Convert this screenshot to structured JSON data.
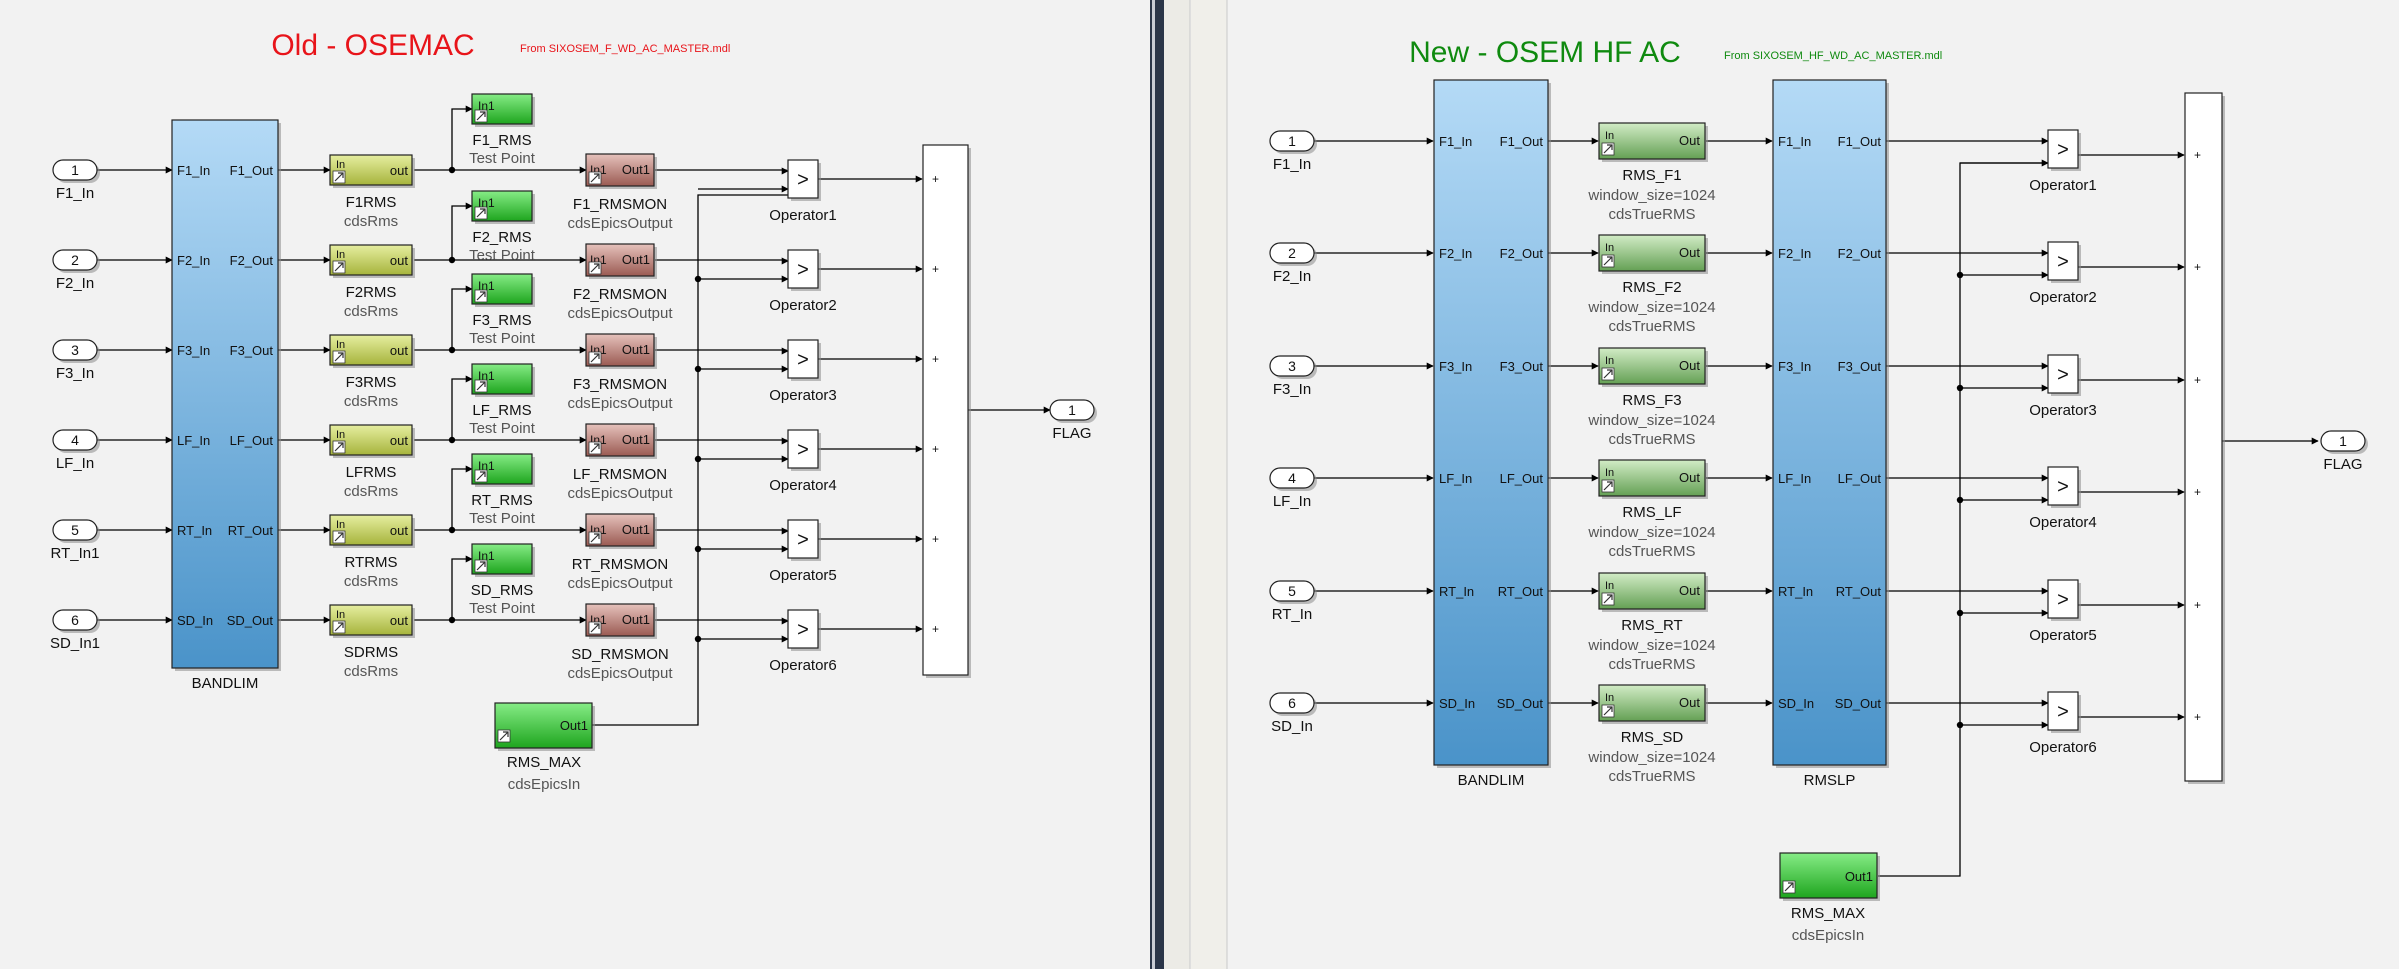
{
  "colors": {
    "old_title": "#e8141a",
    "new_title": "#0f8a0f",
    "canvas_bg": "#f2f2f2",
    "divider": "#2a3548"
  },
  "old": {
    "title": "Old - OSEMAC",
    "source": "From SIXOSEM_F_WD_AC_MASTER.mdl",
    "inports": [
      {
        "num": "1",
        "label": "F1_In"
      },
      {
        "num": "2",
        "label": "F2_In"
      },
      {
        "num": "3",
        "label": "F3_In"
      },
      {
        "num": "4",
        "label": "LF_In"
      },
      {
        "num": "5",
        "label": "RT_In1"
      },
      {
        "num": "6",
        "label": "SD_In1"
      }
    ],
    "bandlim": {
      "name": "BANDLIM",
      "inputs": [
        "F1_In",
        "F2_In",
        "F3_In",
        "LF_In",
        "RT_In",
        "SD_In"
      ],
      "outputs": [
        "F1_Out",
        "F2_Out",
        "F3_Out",
        "LF_Out",
        "RT_Out",
        "SD_Out"
      ]
    },
    "rms": [
      {
        "name": "F1RMS",
        "type": "cdsRms",
        "port": "out",
        "in": "In"
      },
      {
        "name": "F2RMS",
        "type": "cdsRms",
        "port": "out",
        "in": "In"
      },
      {
        "name": "F3RMS",
        "type": "cdsRms",
        "port": "out",
        "in": "In"
      },
      {
        "name": "LFRMS",
        "type": "cdsRms",
        "port": "out",
        "in": "In"
      },
      {
        "name": "RTRMS",
        "type": "cdsRms",
        "port": "out",
        "in": "In"
      },
      {
        "name": "SDRMS",
        "type": "cdsRms",
        "port": "out",
        "in": "In"
      }
    ],
    "testpoints": [
      {
        "name": "F1_RMS",
        "type": "Test Point",
        "port": "In1"
      },
      {
        "name": "F2_RMS",
        "type": "Test Point",
        "port": "In1"
      },
      {
        "name": "F3_RMS",
        "type": "Test Point",
        "port": "In1"
      },
      {
        "name": "LF_RMS",
        "type": "Test Point",
        "port": "In1"
      },
      {
        "name": "RT_RMS",
        "type": "Test Point",
        "port": "In1"
      },
      {
        "name": "SD_RMS",
        "type": "Test Point",
        "port": "In1"
      }
    ],
    "rmsmon": [
      {
        "name": "F1_RMSMON",
        "type": "cdsEpicsOutput",
        "in": "In1",
        "out": "Out1"
      },
      {
        "name": "F2_RMSMON",
        "type": "cdsEpicsOutput",
        "in": "In1",
        "out": "Out1"
      },
      {
        "name": "F3_RMSMON",
        "type": "cdsEpicsOutput",
        "in": "In1",
        "out": "Out1"
      },
      {
        "name": "LF_RMSMON",
        "type": "cdsEpicsOutput",
        "in": "In1",
        "out": "Out1"
      },
      {
        "name": "RT_RMSMON",
        "type": "cdsEpicsOutput",
        "in": "In1",
        "out": "Out1"
      },
      {
        "name": "SD_RMSMON",
        "type": "cdsEpicsOutput",
        "in": "In1",
        "out": "Out1"
      }
    ],
    "operators": [
      "Operator1",
      "Operator2",
      "Operator3",
      "Operator4",
      "Operator5",
      "Operator6"
    ],
    "operator_symbol": ">",
    "rms_max": {
      "name": "RMS_MAX",
      "type": "cdsEpicsIn",
      "port": "Out1"
    },
    "flag": {
      "num": "1",
      "label": "FLAG"
    },
    "sum_sign": "+"
  },
  "new": {
    "title": "New - OSEM HF AC",
    "source": "From SIXOSEM_HF_WD_AC_MASTER.mdl",
    "inports": [
      {
        "num": "1",
        "label": "F1_In"
      },
      {
        "num": "2",
        "label": "F2_In"
      },
      {
        "num": "3",
        "label": "F3_In"
      },
      {
        "num": "4",
        "label": "LF_In"
      },
      {
        "num": "5",
        "label": "RT_In"
      },
      {
        "num": "6",
        "label": "SD_In"
      }
    ],
    "bandlim": {
      "name": "BANDLIM",
      "inputs": [
        "F1_In",
        "F2_In",
        "F3_In",
        "LF_In",
        "RT_In",
        "SD_In"
      ],
      "outputs": [
        "F1_Out",
        "F2_Out",
        "F3_Out",
        "LF_Out",
        "RT_Out",
        "SD_Out"
      ]
    },
    "truerms": [
      {
        "name": "RMS_F1",
        "param": "window_size=1024",
        "type": "cdsTrueRMS",
        "port": "Out",
        "in": "In"
      },
      {
        "name": "RMS_F2",
        "param": "window_size=1024",
        "type": "cdsTrueRMS",
        "port": "Out",
        "in": "In"
      },
      {
        "name": "RMS_F3",
        "param": "window_size=1024",
        "type": "cdsTrueRMS",
        "port": "Out",
        "in": "In"
      },
      {
        "name": "RMS_LF",
        "param": "window_size=1024",
        "type": "cdsTrueRMS",
        "port": "Out",
        "in": "In"
      },
      {
        "name": "RMS_RT",
        "param": "window_size=1024",
        "type": "cdsTrueRMS",
        "port": "Out",
        "in": "In"
      },
      {
        "name": "RMS_SD",
        "param": "window_size=1024",
        "type": "cdsTrueRMS",
        "port": "Out",
        "in": "In"
      }
    ],
    "rmslp": {
      "name": "RMSLP",
      "inputs": [
        "F1_In",
        "F2_In",
        "F3_In",
        "LF_In",
        "RT_In",
        "SD_In"
      ],
      "outputs": [
        "F1_Out",
        "F2_Out",
        "F3_Out",
        "LF_Out",
        "RT_Out",
        "SD_Out"
      ]
    },
    "operators": [
      "Operator1",
      "Operator2",
      "Operator3",
      "Operator4",
      "Operator5",
      "Operator6"
    ],
    "operator_symbol": ">",
    "rms_max": {
      "name": "RMS_MAX",
      "type": "cdsEpicsIn",
      "port": "Out1"
    },
    "flag": {
      "num": "1",
      "label": "FLAG"
    },
    "sum_sign": "+"
  }
}
